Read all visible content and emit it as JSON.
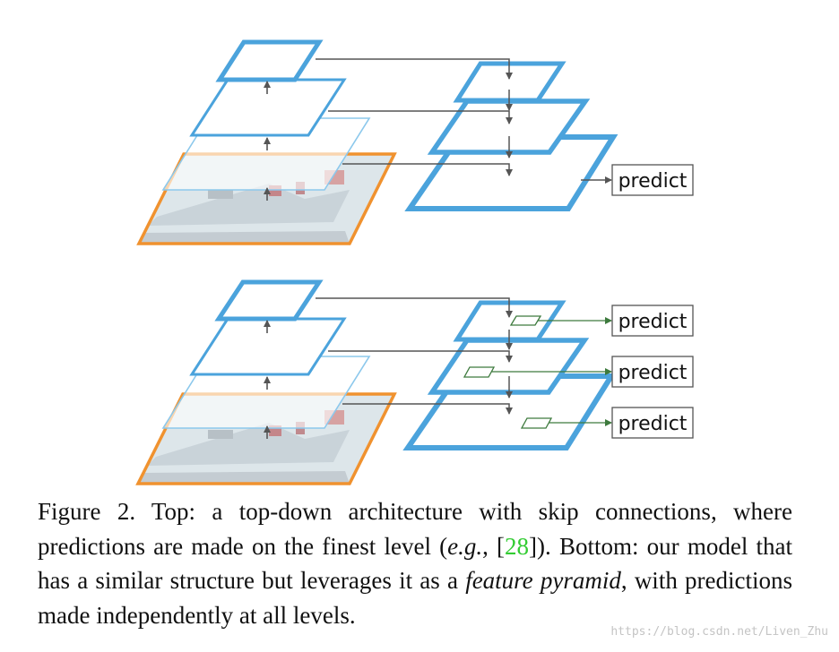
{
  "diagram": {
    "colors": {
      "pyramid": "#4ba3dc",
      "pyramid_light": "#8cc8ec",
      "image_border": "#f0922f",
      "arrow": "#555555",
      "prediction_arrow": "#3d7a3d"
    },
    "top_panel": {
      "predict_labels": [
        "predict"
      ]
    },
    "bottom_panel": {
      "predict_labels": [
        "predict",
        "predict",
        "predict"
      ]
    }
  },
  "caption": {
    "part1": "Figure 2. Top:  a top-down architecture with skip connections, where predictions are made on the finest level (",
    "eg": "e.g.",
    "part2": ", [",
    "ref": "28",
    "part3": "]). Bottom: our model that has a similar structure but leverages it as a ",
    "italic_term": "feature pyramid",
    "part4": ", with predictions made independently at all levels."
  },
  "watermark": "https://blog.csdn.net/Liven_Zhu"
}
